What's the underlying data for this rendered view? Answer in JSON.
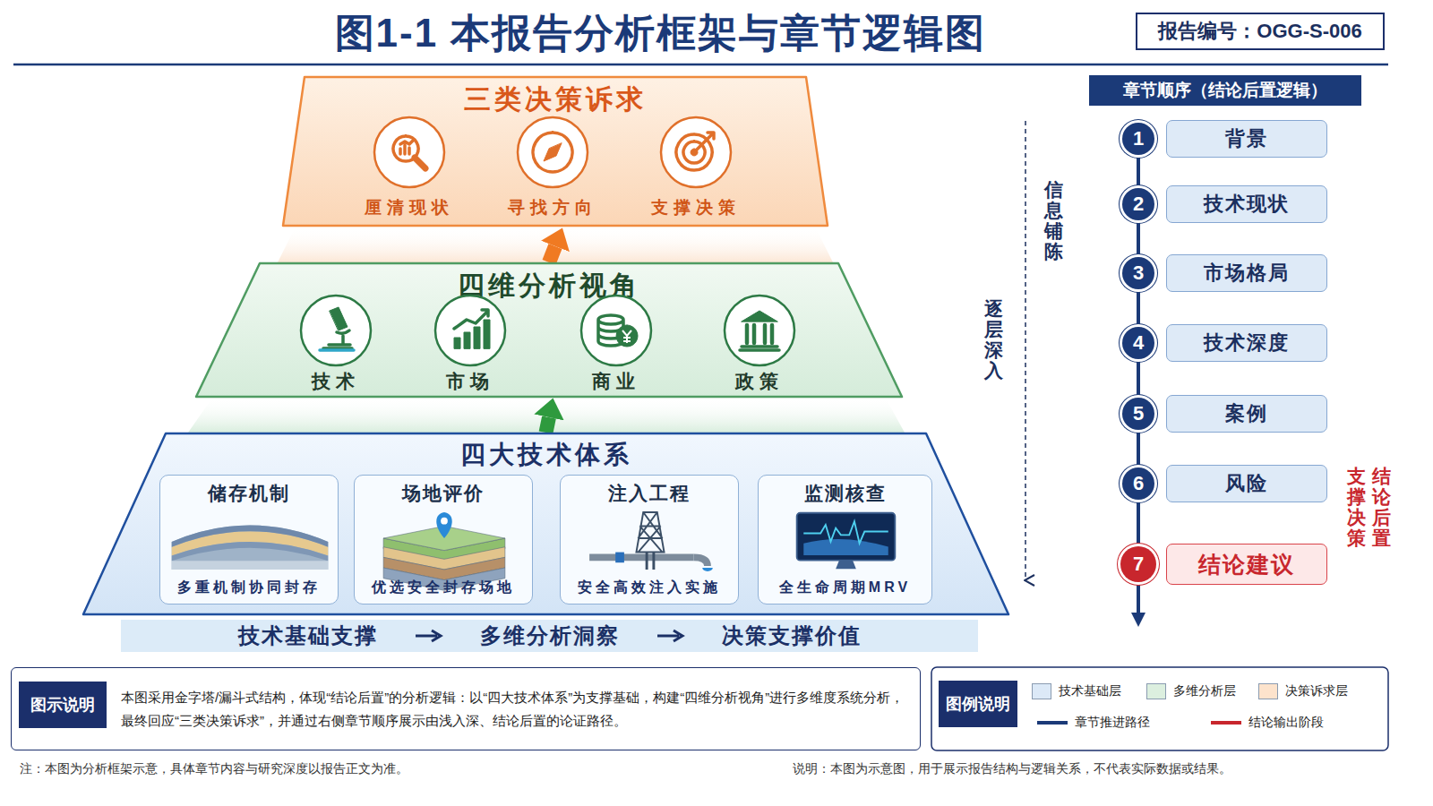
{
  "diagram": {
    "title": "图1-1 本报告分析框架与章节逻辑图",
    "nodes": [
      {
        "text": [
          "报告编号：OGG-S-006"
        ]
      },
      {
        "text": [
          "三类决策诉求"
        ]
      },
      {
        "text": [
          "厘清现状"
        ],
        "in": 1
      },
      {
        "text": [
          "寻找方向"
        ],
        "in": 1
      },
      {
        "text": [
          "支撑决策"
        ],
        "in": 1
      },
      {
        "text": [
          "四维分析视角"
        ]
      },
      {
        "text": [
          "技术"
        ],
        "in": 5
      },
      {
        "text": [
          "市场"
        ],
        "in": 5
      },
      {
        "text": [
          "商业"
        ],
        "in": 5
      },
      {
        "text": [
          "政策"
        ],
        "in": 5
      },
      {
        "text": [
          "四大技术体系"
        ]
      },
      {
        "text": [
          "储存机制",
          "多重机制协同封存"
        ],
        "in": 10
      },
      {
        "text": [
          "场地评价",
          "优选安全封存场地"
        ],
        "in": 10
      },
      {
        "text": [
          "注入工程",
          "安全高效注入实施"
        ],
        "in": 10
      },
      {
        "text": [
          "监测核查",
          "全生命周期MRV"
        ],
        "in": 10
      },
      {
        "text": [
          "技术基础支撑",
          "多维分析洞察",
          "决策支撑价值"
        ]
      },
      {
        "text": [
          "章节顺序（结论后置逻辑）"
        ]
      },
      {
        "text": [
          "1"
        ]
      },
      {
        "text": [
          "背景"
        ]
      },
      {
        "text": [
          "2"
        ]
      },
      {
        "text": [
          "技术现状"
        ]
      },
      {
        "text": [
          "3"
        ]
      },
      {
        "text": [
          "市场格局"
        ]
      },
      {
        "text": [
          "4"
        ]
      },
      {
        "text": [
          "技术深度"
        ]
      },
      {
        "text": [
          "5"
        ]
      },
      {
        "text": [
          "案例"
        ]
      },
      {
        "text": [
          "6"
        ]
      },
      {
        "text": [
          "风险"
        ]
      },
      {
        "text": [
          "7"
        ]
      },
      {
        "text": [
          "结论建议"
        ]
      },
      {
        "text": [
          "本图采用金字塔/漏斗式结构，体现“结论后置”的分析逻辑：以“四大技术体系”为支撑基础，构建“四维分析视角”进行多维度系统分析，最终回应“三类决策诉求”，并通过右侧章节顺序展示由浅入深、结论后置的论证路径。"
        ]
      },
      {
        "text": [
          "图示说明"
        ],
        "in": 31
      },
      {
        "text": [
          "图例说明"
        ]
      }
    ],
    "edges": [
      {
        "from": 10,
        "to": 5,
        "arrow": "to"
      },
      {
        "from": 5,
        "to": 1,
        "arrow": "to"
      },
      {
        "from": 17,
        "to": 19,
        "arrow": "none"
      },
      {
        "from": 19,
        "to": 21,
        "arrow": "none"
      },
      {
        "from": 21,
        "to": 23,
        "arrow": "none"
      },
      {
        "from": 23,
        "to": 25,
        "arrow": "none"
      },
      {
        "from": 25,
        "to": 27,
        "arrow": "none"
      },
      {
        "from": 27,
        "to": 29,
        "arrow": "none"
      }
    ],
    "labels": [
      "信息铺陈",
      "逐层深入",
      "支撑决策",
      "结论后置",
      "注：本图为分析框架示意，具体章节内容与研究深度以报告正文为准。",
      "说明：本图为示意图，用于展示报告结构与逻辑关系，不代表实际数据或结果。"
    ],
    "legend": [
      {
        "text": "技术基础层",
        "color": "#dce9f7"
      },
      {
        "text": "多维分析层",
        "color": "#dcefdf"
      },
      {
        "text": "决策诉求层",
        "color": "#fde3cc"
      },
      {
        "text": "章节推进路径"
      },
      {
        "text": "结论输出阶段"
      }
    ]
  }
}
